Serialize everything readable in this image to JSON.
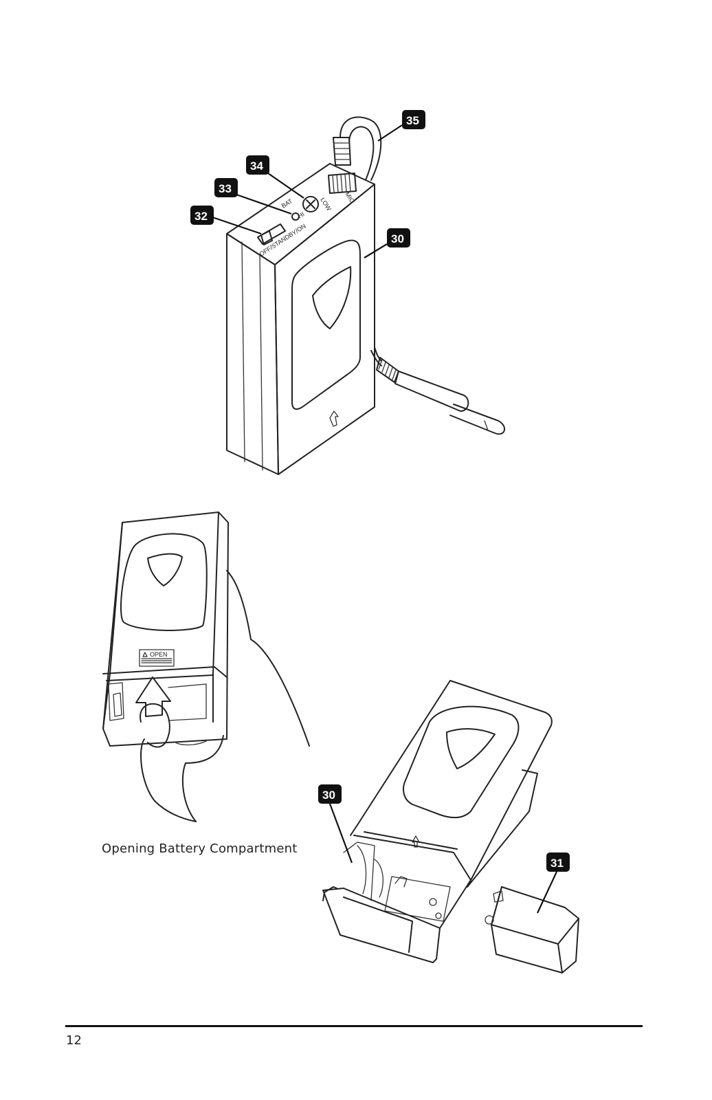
{
  "callouts": {
    "c35": "35",
    "c34": "34",
    "c33": "33",
    "c32": "32",
    "c30_top": "30",
    "c30_bottom": "30",
    "c31": "31"
  },
  "transmitter_labels": {
    "bat": "BAT",
    "hi": "HI",
    "low": "LOW",
    "mic": "MIC",
    "switch": "OFF/STANDBY/ON"
  },
  "open_label": "OPEN",
  "caption": "Opening Battery Compartment",
  "page_number": "12"
}
